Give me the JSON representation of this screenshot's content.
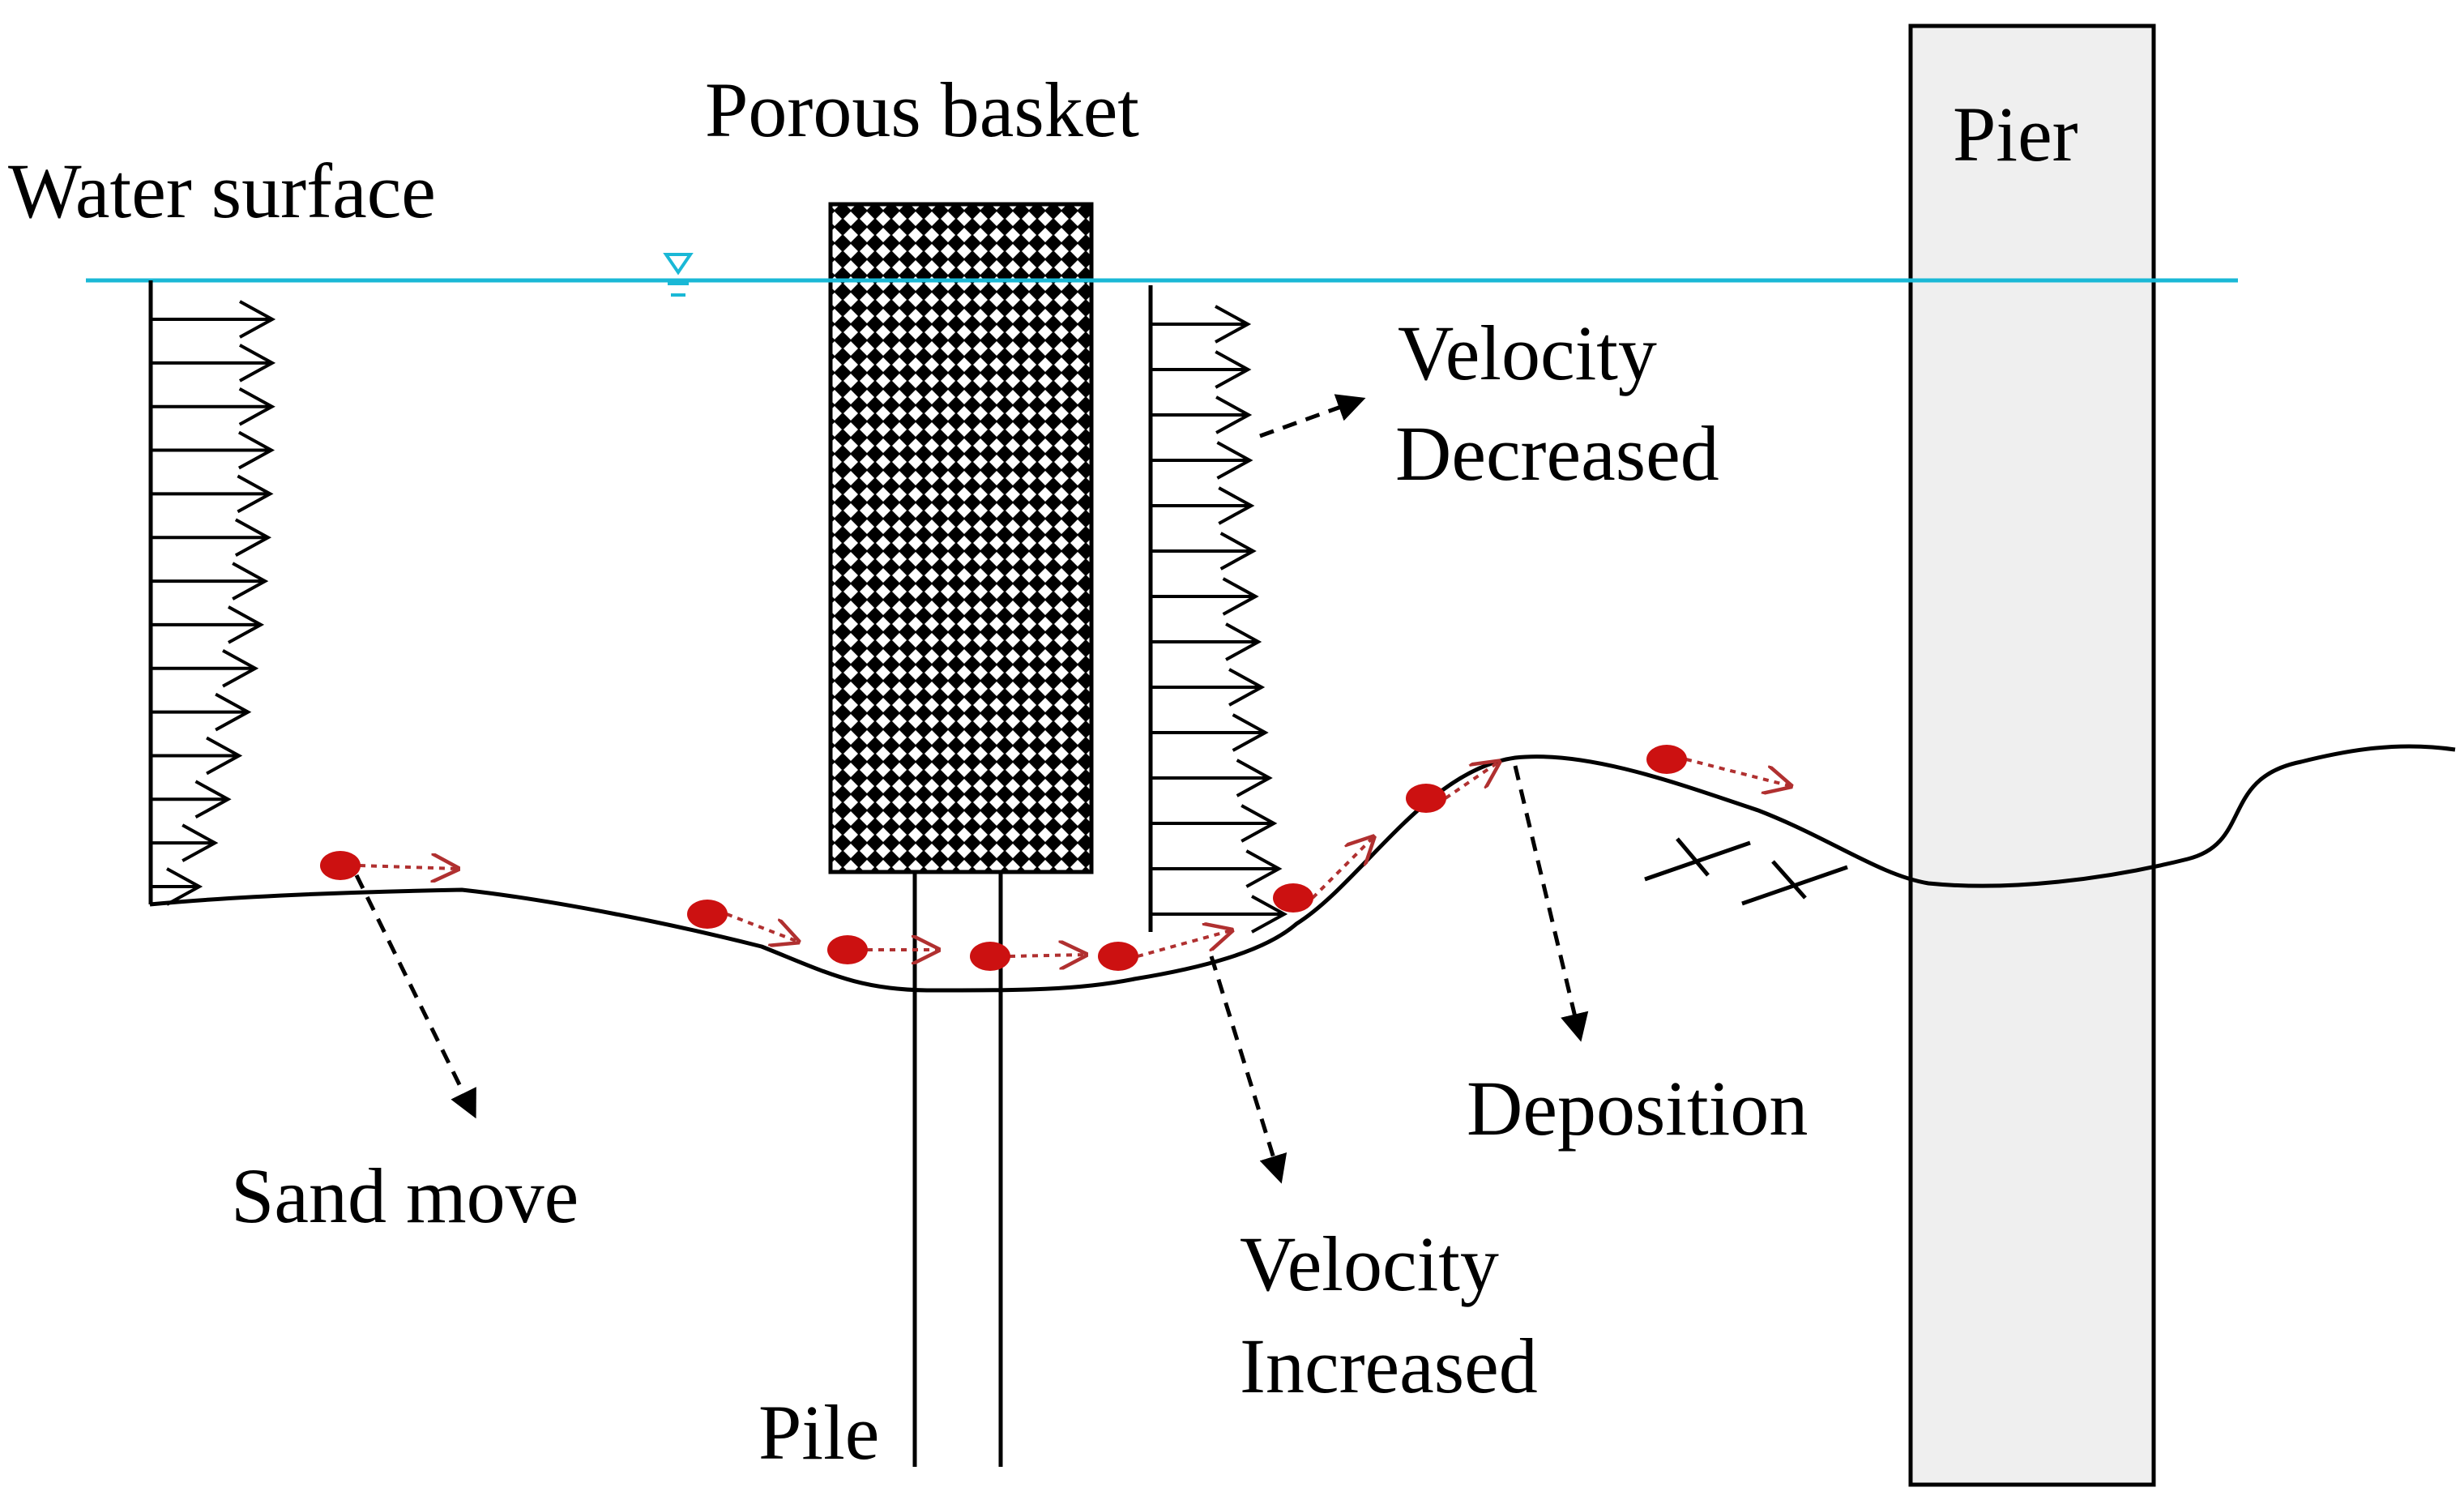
{
  "labels": {
    "water_surface": "Water surface",
    "porous_basket": "Porous basket",
    "pier": "Pier",
    "velocity_decreased_line1": "Velocity",
    "velocity_decreased_line2": "Decreased",
    "velocity_increased_line1": "Velocity",
    "velocity_increased_line2": "Increased",
    "deposition": "Deposition",
    "sand_move": "Sand move",
    "pile": "Pile"
  },
  "colors": {
    "water_line": "#1ab8d6",
    "sand_particle": "#cc1111",
    "sand_arrow": "#b03030",
    "ink": "#000000",
    "pier_fill": "#efefef"
  },
  "icons": {
    "water_level_marker": "triangle-down-icon",
    "deposition_marks": "cross-marks-icon"
  }
}
